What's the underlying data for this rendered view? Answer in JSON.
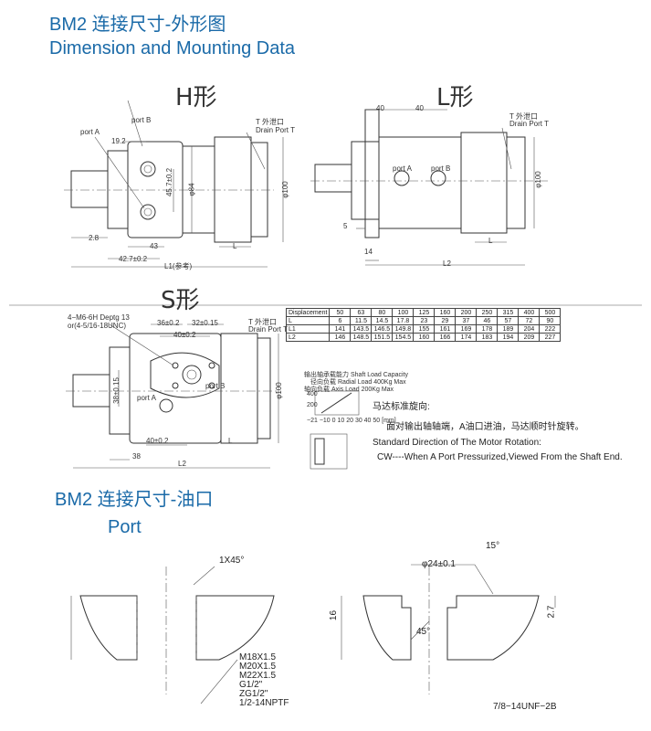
{
  "header": {
    "title_cn": "BM2 连接尺寸-外形图",
    "title_en": "Dimension and Mounting Data"
  },
  "views": {
    "h": {
      "label": "H形",
      "port_a": "port A",
      "port_b": "port B",
      "drain": "T 外泄口",
      "drain_en": "Drain Port T",
      "dim_192": "19.2",
      "dim_457": "45.7±0.2",
      "dim_84": "φ84",
      "dim_100": "φ100",
      "dim_28": "2.8",
      "dim_43": "43",
      "dim_l": "L",
      "dim_427": "42.7±0.2",
      "dim_l1": "L1(参考)"
    },
    "l": {
      "label": "L形",
      "dim_40a": "40",
      "dim_40b": "40",
      "drain": "T 外泄口",
      "drain_en": "Drain Port T",
      "port_a": "port A",
      "port_b": "port B",
      "dim_100": "φ100",
      "dim_5": "5",
      "dim_14": "14",
      "dim_l": "L",
      "dim_l2": "L2"
    },
    "s": {
      "label": "S形",
      "note1": "4−M6-6H Deptg 13",
      "note2": "or(4-5/16-18UNC)",
      "dim_36": "36±0.2",
      "dim_32": "32±0.15",
      "dim_40": "40±0.2",
      "dim_38": "38±0.15",
      "dim_40b": "40±0.2",
      "dim_38b": "38",
      "dim_l2": "L2",
      "dim_l": "L",
      "dim_100": "φ100",
      "port_a": "port A",
      "port_b": "port B",
      "drain": "T 外泄口",
      "drain_en": "Drain Port T"
    }
  },
  "displacement_table": {
    "rows": [
      {
        "name": "Displacement",
        "values": [
          "50",
          "63",
          "80",
          "100",
          "125",
          "160",
          "200",
          "250",
          "315",
          "400",
          "500"
        ]
      },
      {
        "name": "L",
        "values": [
          "6",
          "11.5",
          "14.5",
          "17.8",
          "23",
          "29",
          "37",
          "46",
          "57",
          "72",
          "90"
        ]
      },
      {
        "name": "L1",
        "values": [
          "141",
          "143.5",
          "146.5",
          "149.8",
          "155",
          "161",
          "169",
          "178",
          "189",
          "204",
          "222"
        ]
      },
      {
        "name": "L2",
        "values": [
          "146",
          "148.5",
          "151.5",
          "154.5",
          "160",
          "166",
          "174",
          "183",
          "194",
          "209",
          "227"
        ]
      }
    ]
  },
  "load_chart": {
    "line1": "输出轴承载能力 Shaft Load Capacity",
    "line2": "径向负载 Radial Load 400Kg Max",
    "line3": "轴向负载 Axis Load 200Kg Max",
    "axis": "−21 −10 0 10 20 30 40 50 [mm]",
    "y_top": "400",
    "y_mid": "200"
  },
  "rotation": {
    "cn_title": "马达标准旋向:",
    "cn_body": "面对输出轴轴端，A油口进油，马达顺时针旋转。",
    "en_title": "Standard Direction of The Motor Rotation:",
    "en_body": "CW----When A Port Pressurized,Viewed From the Shaft End."
  },
  "port_section": {
    "title_cn": "BM2 连接尺寸-油口",
    "title_en": "Port",
    "left": {
      "chamfer": "1X45°",
      "threads": [
        "M18X1.5",
        "M20X1.5",
        "M22X1.5",
        "G1/2\"",
        "ZG1/2\"",
        "1/2-14NPTF"
      ]
    },
    "right": {
      "dia": "φ24±0.1",
      "angle15": "15°",
      "angle45": "45°",
      "depth16": "16",
      "depth27": "2.7",
      "thread": "7/8−14UNF−2B"
    }
  }
}
